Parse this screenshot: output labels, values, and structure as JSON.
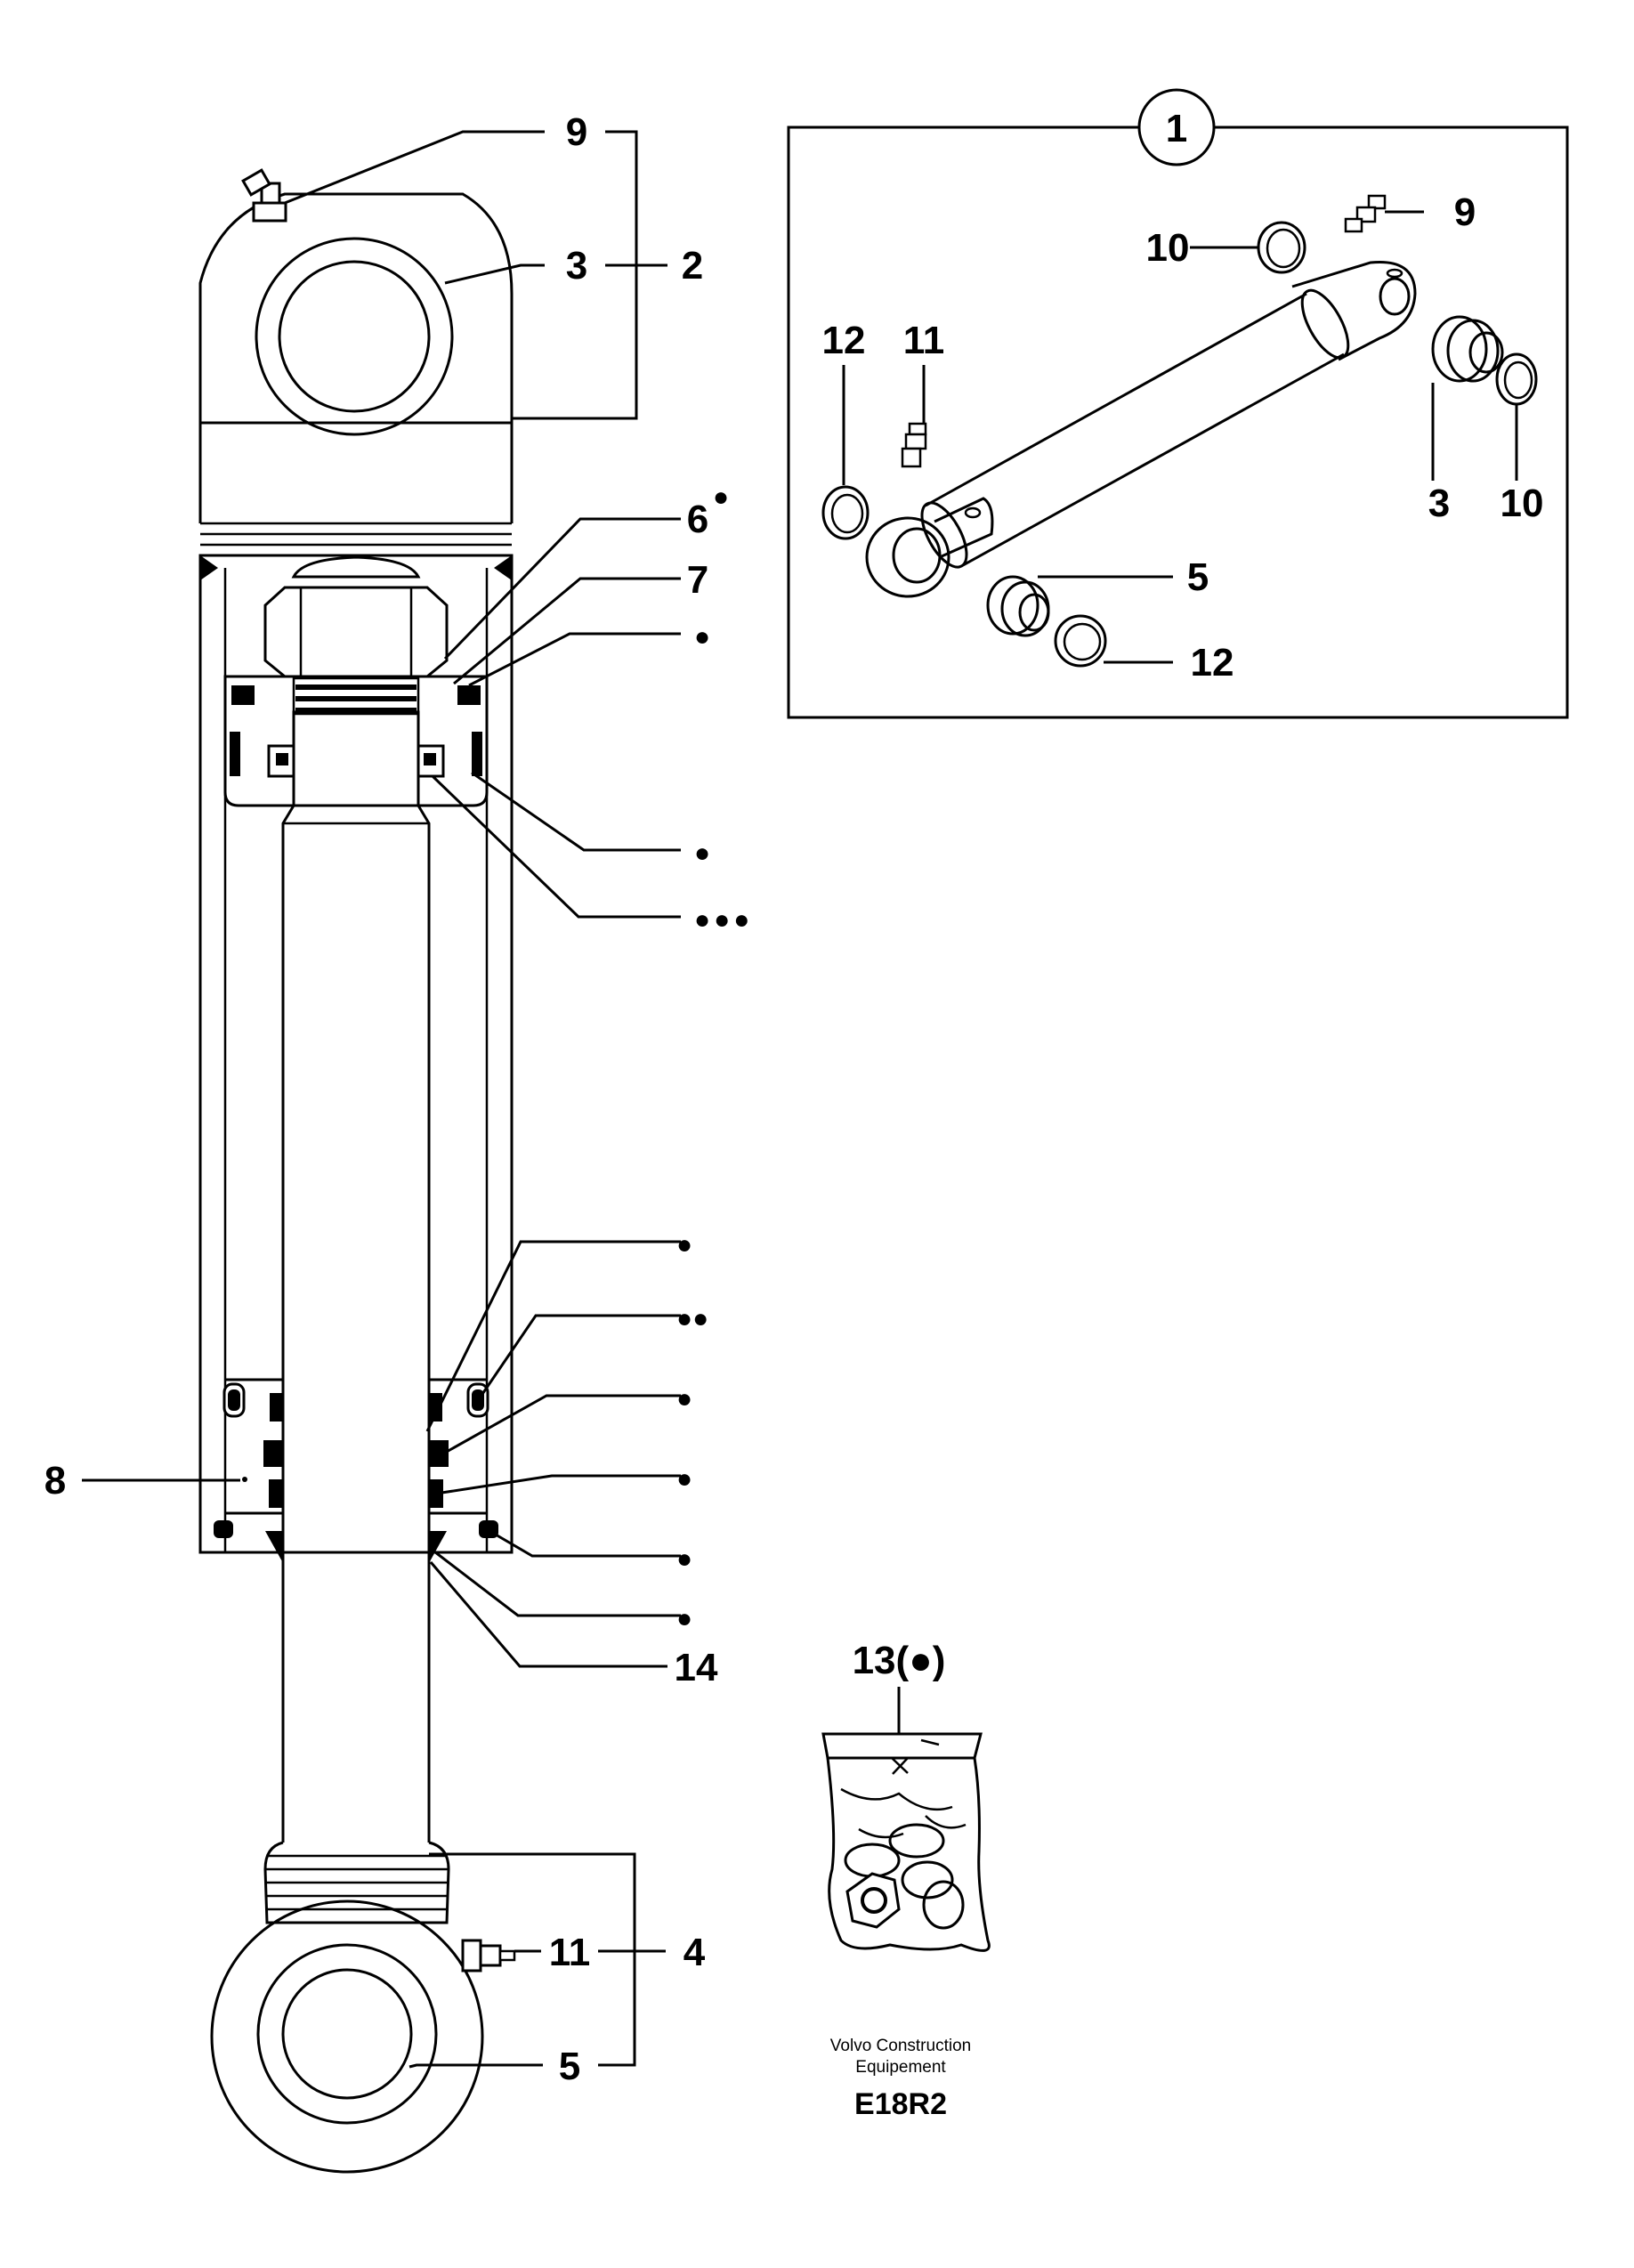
{
  "callouts": {
    "c1": "1",
    "c2": "2",
    "c3": "3",
    "c4": "4",
    "c5": "5",
    "c6": "6",
    "c7": "7",
    "c8": "8",
    "c9": "9",
    "c11": "11",
    "c14": "14",
    "d1": "●",
    "d2": "●",
    "d3": "●",
    "d4": "●●●",
    "d5": "●",
    "d6": "●●",
    "d7": "●",
    "d8": "●",
    "d9": "●",
    "d10": "●"
  },
  "kit_label": "13(●)",
  "detail": {
    "l9": "9",
    "l10a": "10",
    "l12a": "12",
    "l11": "11",
    "l3": "3",
    "l10b": "10",
    "l5": "5",
    "l12b": "12"
  },
  "footer": {
    "company_line1": "Volvo Construction",
    "company_line2": "Equipement",
    "code": "E18R2"
  }
}
